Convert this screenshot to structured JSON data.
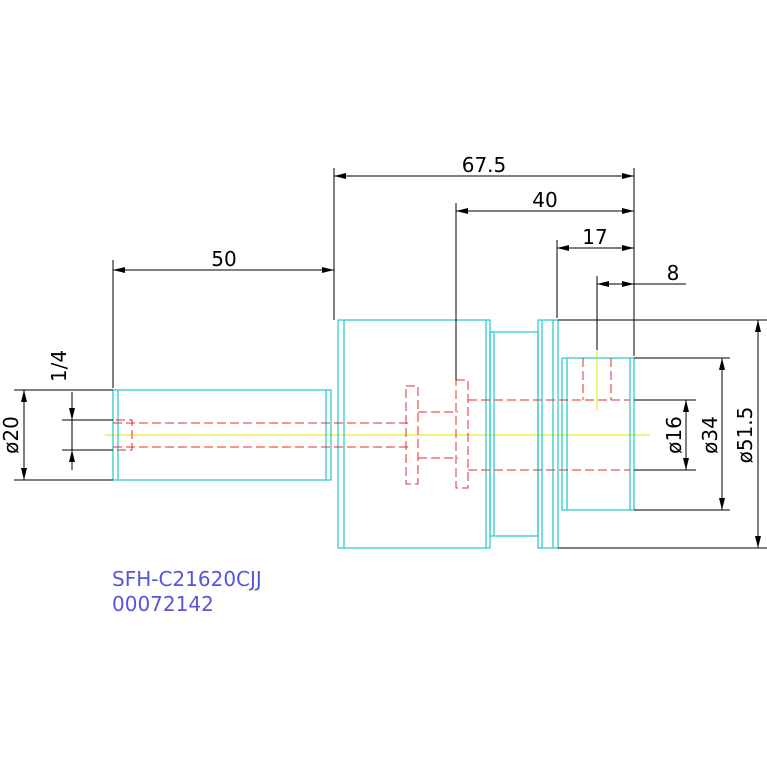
{
  "dimensions": {
    "overall_length": "67.5",
    "length_40": "40",
    "length_17": "17",
    "length_8": "8",
    "length_50": "50",
    "thread": "1/4",
    "dia_20": "ø20",
    "dia_16": "ø16",
    "dia_34": "ø34",
    "dia_51_5": "ø51.5"
  },
  "labels": {
    "model": "SFH-C21620CJJ",
    "code": "00072142"
  },
  "colors": {
    "outline": "#33cccc",
    "hidden_lines": "#e03030",
    "centerline": "#e6e600",
    "dimensions": "#000000",
    "label_text": "#5555e0",
    "background": "#ffffff"
  }
}
